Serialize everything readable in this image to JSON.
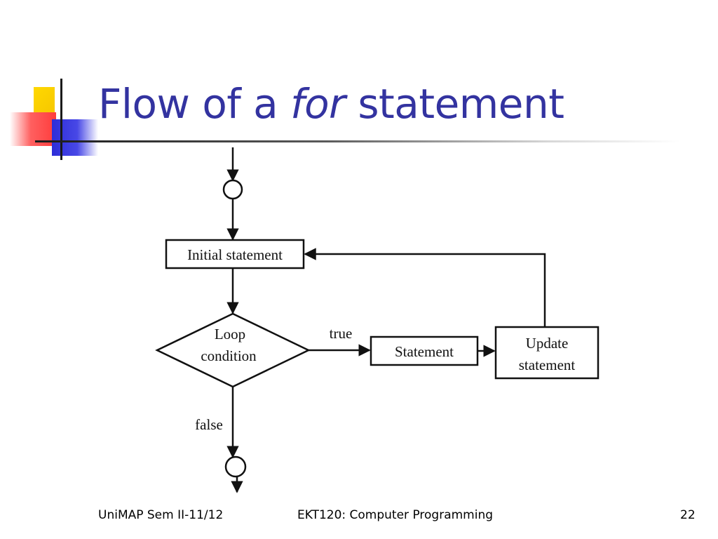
{
  "title": {
    "prefix": "Flow of a",
    "keyword": "for",
    "suffix": "statement"
  },
  "diagram": {
    "nodes": {
      "init": "Initial statement",
      "cond_line1": "Loop",
      "cond_line2": "condition",
      "body": "Statement",
      "update_line1": "Update",
      "update_line2": "statement"
    },
    "labels": {
      "true_label": "true",
      "false_label": "false"
    }
  },
  "footer": {
    "left": "UniMAP Sem II-11/12",
    "center": "EKT120: Computer Programming",
    "page_number": "22"
  }
}
